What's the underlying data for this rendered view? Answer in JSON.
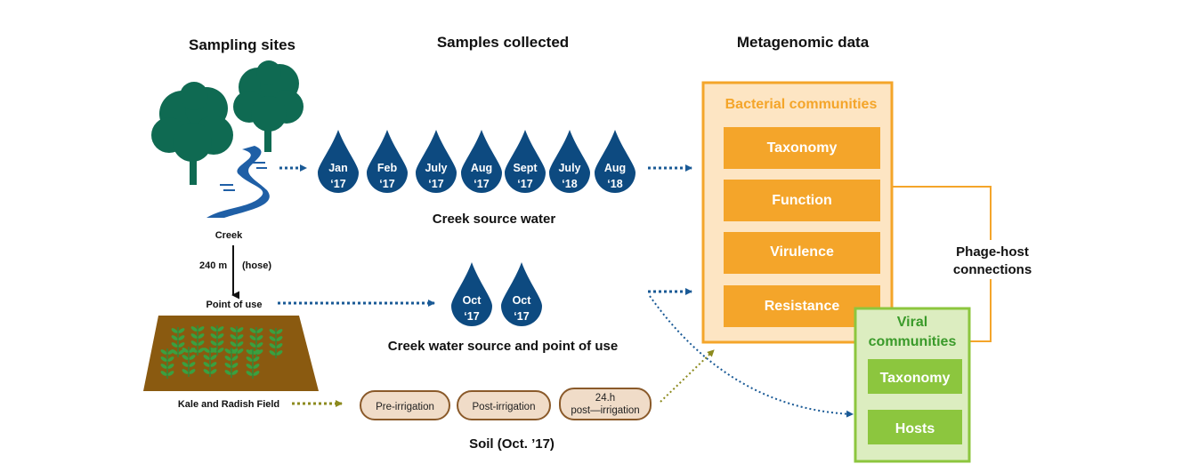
{
  "headers": {
    "sampling_sites": "Sampling sites",
    "samples_collected": "Samples collected",
    "metagenomic_data": "Metagenomic data"
  },
  "site_labels": {
    "creek": "Creek",
    "distance": "240 m",
    "hose": "(hose)",
    "point_of_use": "Point of use",
    "field": "Kale and Radish Field"
  },
  "creek_samples": [
    {
      "month": "Jan",
      "year": "‘17"
    },
    {
      "month": "Feb",
      "year": "‘17"
    },
    {
      "month": "July",
      "year": "‘17"
    },
    {
      "month": "Aug",
      "year": "‘17"
    },
    {
      "month": "Sept",
      "year": "‘17"
    },
    {
      "month": "July",
      "year": "‘18"
    },
    {
      "month": "Aug",
      "year": "‘18"
    }
  ],
  "creek_caption": "Creek source water",
  "point_samples": [
    {
      "month": "Oct",
      "year": "‘17"
    },
    {
      "month": "Oct",
      "year": "‘17"
    }
  ],
  "point_caption": "Creek water source and point of use",
  "soil_samples": {
    "pre": "Pre-irrigation",
    "post": "Post-irrigation",
    "h24_line1": "24.h",
    "h24_line2": "post—irrigation"
  },
  "soil_caption": "Soil (Oct. ’17)",
  "bacterial": {
    "title": "Bacterial communities",
    "items": [
      "Taxonomy",
      "Function",
      "Virulence",
      "Resistance"
    ]
  },
  "viral": {
    "title_line1": "Viral",
    "title_line2": "communities",
    "items": [
      "Taxonomy",
      "Hosts"
    ]
  },
  "phage_host": {
    "line1": "Phage-host",
    "line2": "connections"
  },
  "colors": {
    "drop_blue": "#0d4a80",
    "arrow_blue": "#1a5a96",
    "orange": "#f4a52a",
    "orange_fill": "#fde5c3",
    "green": "#8cc63e",
    "green_fill": "#dcedc0",
    "tree_green": "#0f6a52",
    "field_brown": "#8a5a10",
    "soil_fill": "#f0dcc8",
    "soil_border": "#8a5a2a",
    "olive_arrow": "#8c8a1e"
  }
}
